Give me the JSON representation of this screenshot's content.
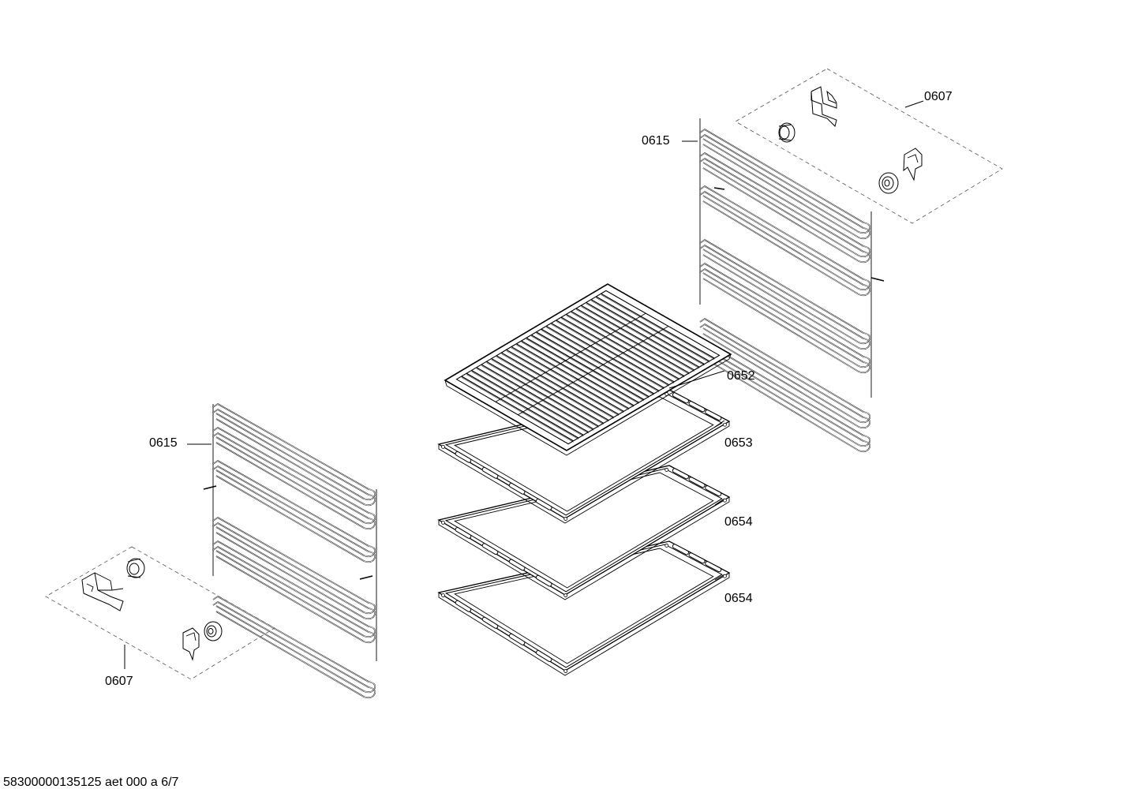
{
  "labels": {
    "rail_right": "0615",
    "rail_left": "0615",
    "clips_right": "0607",
    "clips_left": "0607",
    "wire_shelf": "0652",
    "baking_tray": "0653",
    "pan_upper": "0654",
    "pan_lower": "0654"
  },
  "footer": "58300000135125 aet 000 a 6/7"
}
